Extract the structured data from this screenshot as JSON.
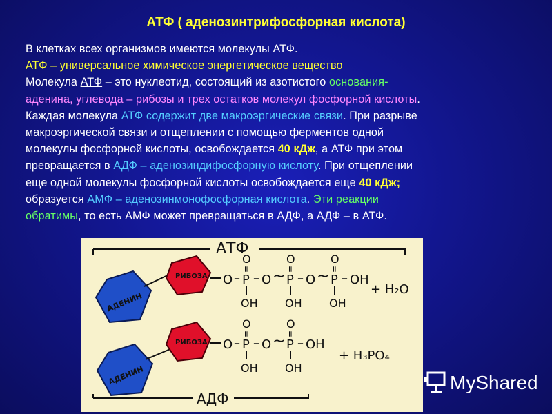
{
  "title": "АТФ ( аденозинтрифосфорная кислота)",
  "paragraph": {
    "l1": "В клетках всех организмов имеются молекулы  АТФ.",
    "l2": "АТФ – универсальное химическое энергетическое вещество",
    "l3a": "Молекула ",
    "l3b": "АТФ",
    "l3c": " – это  нуклеотид, состоящий из азотистого ",
    "l3d": "основания-",
    "l4a": "аденина, углевода – рибозы и трех остатков молекул  фосфорной кислоты",
    "l4b": ".",
    "l5a": "Каждая молекула  ",
    "l5b": "АТФ содержит  две макроэргические связи",
    "l5c": ". При разрыве",
    "l6": "макроэргической связи и отщеплении с помощью  ферментов одной",
    "l7a": "молекулы  фосфорной кислоты, освобождается ",
    "l7b": "40 кДж",
    "l7c": ", а АТФ при этом",
    "l8a": "превращается в ",
    "l8b": "АДФ – аденозиндифосфорную кислоту",
    "l8c": ". При отщеплении",
    "l9a": "еще одной молекулы фосфорной кислоты освобождается еще ",
    "l9b": "40 кДж;",
    "l10a": "образуется  ",
    "l10b": "АМФ – аденозинмонофосфорная  кислота",
    "l10c": ".  ",
    "l10d": "Эти реакции",
    "l11a": "обратимы",
    "l11b": ", то есть АМФ может превращаться в  АДФ, а АДФ – в АТФ."
  },
  "diagram": {
    "atp_label": "АТФ",
    "adp_label": "АДФ",
    "adenine": "АДЕНИН",
    "ribose": "РИБОЗА",
    "o": "O",
    "p": "P",
    "oh": "OH",
    "dbl": "=",
    "water": "+ H₂O",
    "phosphoric_acid": "+ H₃PO₄"
  },
  "logo": {
    "text": "MyShared"
  },
  "colors": {
    "background": "#12168f",
    "title": "#ffff33",
    "text": "#ffffff",
    "pink": "#ff88ff",
    "cyan": "#55ccff",
    "green": "#66ff66",
    "adenine_fill": "#1f4fc8",
    "ribose_fill": "#e0102a",
    "diagram_bg": "#f8f2cc"
  }
}
